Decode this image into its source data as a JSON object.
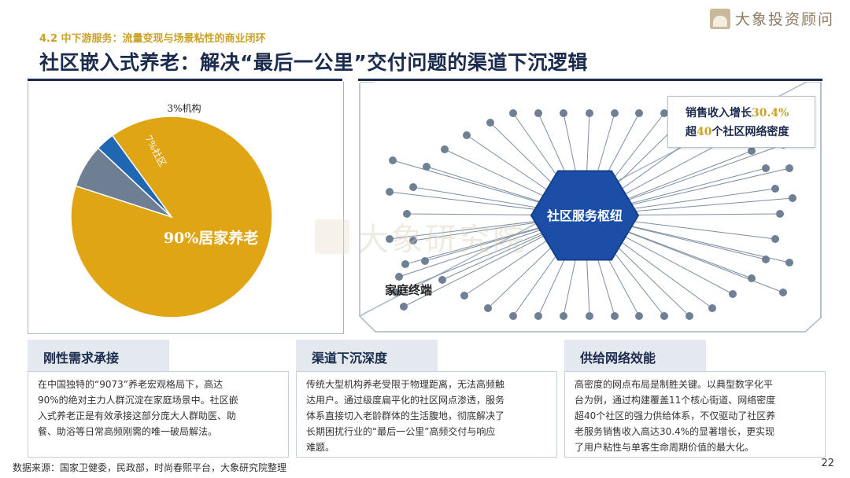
{
  "header": {
    "section_label": "4.2 中下游服务：流量变现与场景粘性的商业闭环",
    "title": "社区嵌入式养老：解决“最后一公里”交付问题的渠道下沉逻辑",
    "logo_text": "大象投资顾问"
  },
  "watermark": {
    "text": "大象研究院"
  },
  "chart_data": {
    "type": "pie",
    "categories": [
      "居家养老",
      "社区",
      "机构"
    ],
    "values": [
      90,
      7,
      3
    ],
    "colors": [
      "#e0a515",
      "#6e7f93",
      "#1f66b3"
    ],
    "labels": [
      "90%居家养老",
      "7%社区",
      "3%机构"
    ],
    "title": "",
    "xlabel": "",
    "ylabel": ""
  },
  "network": {
    "hub_label": "社区服务枢纽",
    "terminal_label": "家庭终端",
    "callout_line1_prefix": "销售收入增长",
    "callout_line1_value": "30.4%",
    "callout_line2_prefix": "超",
    "callout_line2_value": "40",
    "callout_line2_suffix": "个社区网络密度"
  },
  "cards": [
    {
      "title": "刚性需求承接",
      "lines": [
        "在中国独特的“9073”养老宏观格局下，高达",
        "90%的绝对主力人群沉淀在家庭场景中。社区嵌",
        "入式养老正是有效承接这部分庞大人群助医、助",
        "餐、助浴等日常高频刚需的唯一破局解法。"
      ]
    },
    {
      "title": "渠道下沉深度",
      "lines": [
        "传统大型机构养老受限于物理距离，无法高频触",
        "达用户。通过级度扁平化的社区网点渗透，服务",
        "体系直接切入老龄群体的生活腹地，彻底解决了",
        "长期困扰行业的“最后一公里”高频交付与响应",
        "难题。"
      ]
    },
    {
      "title": "供给网络效能",
      "lines": [
        "高密度的网点布局是制胜关键。以典型数字化平",
        "台为例，通过构建覆盖11个核心街道、网络密度",
        "超40个社区的强力供给体系，不仅驱动了社区养",
        "老服务销售收入高达30.4%的显著增长，更实现",
        "了用户粘性与单客生命周期价值的最大化。"
      ]
    }
  ],
  "footer": {
    "source": "数据来源：国家卫健委，民政部，时尚春熙平台，大象研究院整理",
    "page": "22"
  }
}
